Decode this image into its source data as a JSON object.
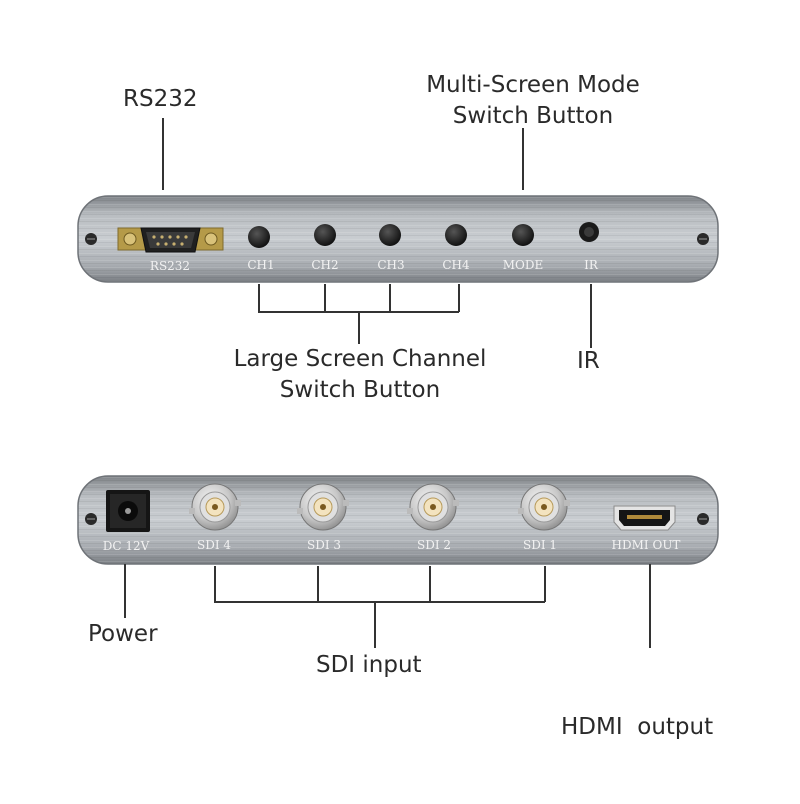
{
  "top_panel": {
    "port_labels": {
      "rs232": "RS232",
      "ch1": "CH1",
      "ch2": "CH2",
      "ch3": "CH3",
      "ch4": "CH4",
      "mode": "MODE",
      "ir": "IR"
    },
    "callouts": {
      "rs232": "RS232",
      "mode_line1": "Multi-Screen Mode",
      "mode_line2": "Switch Button",
      "channel_line1": "Large Screen Channel",
      "channel_line2": "Switch Button",
      "ir": "IR"
    }
  },
  "bottom_panel": {
    "port_labels": {
      "dc": "DC 12V",
      "sdi4": "SDI 4",
      "sdi3": "SDI 3",
      "sdi2": "SDI 2",
      "sdi1": "SDI 1",
      "hdmi": "HDMI OUT"
    },
    "callouts": {
      "power": "Power",
      "sdi": "SDI input",
      "hdmi": "HDMI  output"
    }
  },
  "colors": {
    "panel_dark": "#8d9196",
    "panel_light": "#c4c8cc",
    "port_label": "#f2f2f2",
    "callout_text": "#2a2a2a",
    "leader_line": "#333333"
  }
}
